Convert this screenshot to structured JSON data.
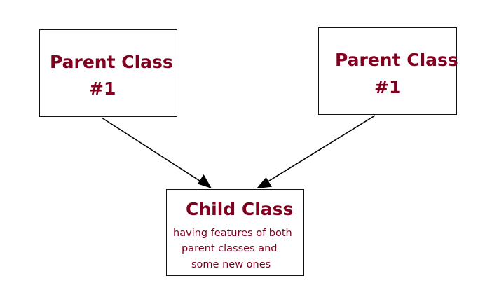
{
  "colors": {
    "text": "#800020",
    "border": "#111111",
    "arrow": "#000000",
    "background": "#ffffff"
  },
  "diagram": {
    "parent_1": {
      "title_line_1": "Parent Class",
      "title_line_2": "#1"
    },
    "parent_2": {
      "title_line_1": "Parent Class",
      "title_line_2": "#1"
    },
    "child": {
      "title": "Child Class",
      "desc_line_1": "having features of both",
      "desc_line_2": "parent classes and",
      "desc_line_3": "some new ones"
    },
    "edges": [
      {
        "from": "parent_1",
        "to": "child"
      },
      {
        "from": "parent_2",
        "to": "child"
      }
    ]
  }
}
